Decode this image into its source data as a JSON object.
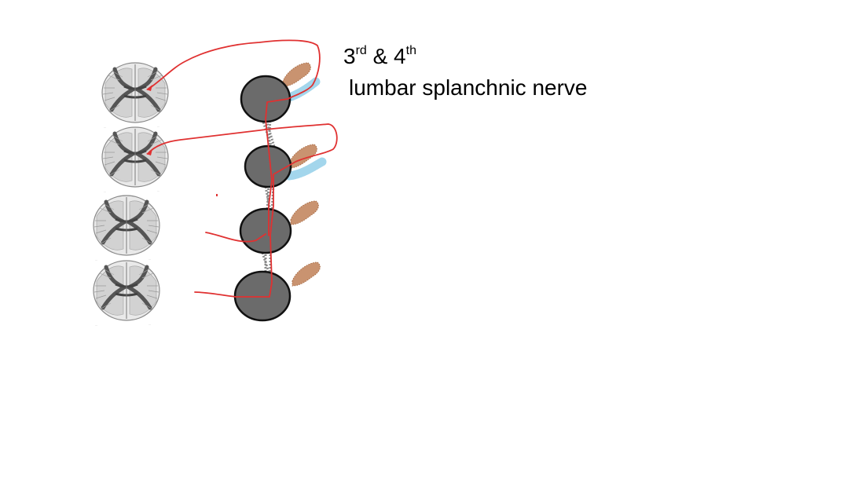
{
  "title": {
    "line1": {
      "num1": "3",
      "sup1": "rd",
      "connector": " & ",
      "num2": "4",
      "sup2": "th"
    },
    "line2": "lumbar splanchnic nerve"
  },
  "colors": {
    "background": "#ffffff",
    "ganglion_fill": "#6b6b6b",
    "ganglion_stroke": "#111111",
    "nerve_path": "#e53030",
    "splanchnic_brown": "#c2855a",
    "splanchnic_blue": "#9fd4ea",
    "trunk_gray": "#8a8a8a",
    "cord_section": "#9a9a9a"
  },
  "spinal_cord_sections": [
    "section-1",
    "section-2",
    "section-3",
    "section-4"
  ],
  "ganglia": [
    "ganglion-1",
    "ganglion-2",
    "ganglion-3",
    "ganglion-4"
  ]
}
